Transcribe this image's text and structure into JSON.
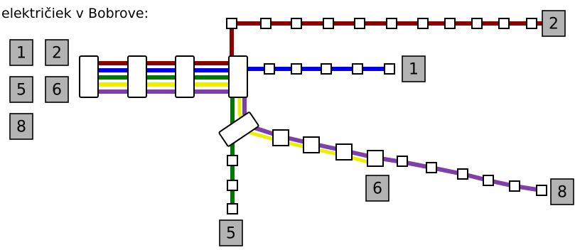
{
  "title": "električiek v Bobrove:",
  "legend": [
    "1",
    "2",
    "5",
    "6",
    "8"
  ],
  "routes": [
    {
      "line": "2",
      "color": "#8b0000"
    },
    {
      "line": "1",
      "color": "#0000ee"
    },
    {
      "line": "5",
      "color": "#007700"
    },
    {
      "line": "6",
      "color": "#eeee00"
    },
    {
      "line": "8",
      "color": "#7e3fa8"
    }
  ]
}
